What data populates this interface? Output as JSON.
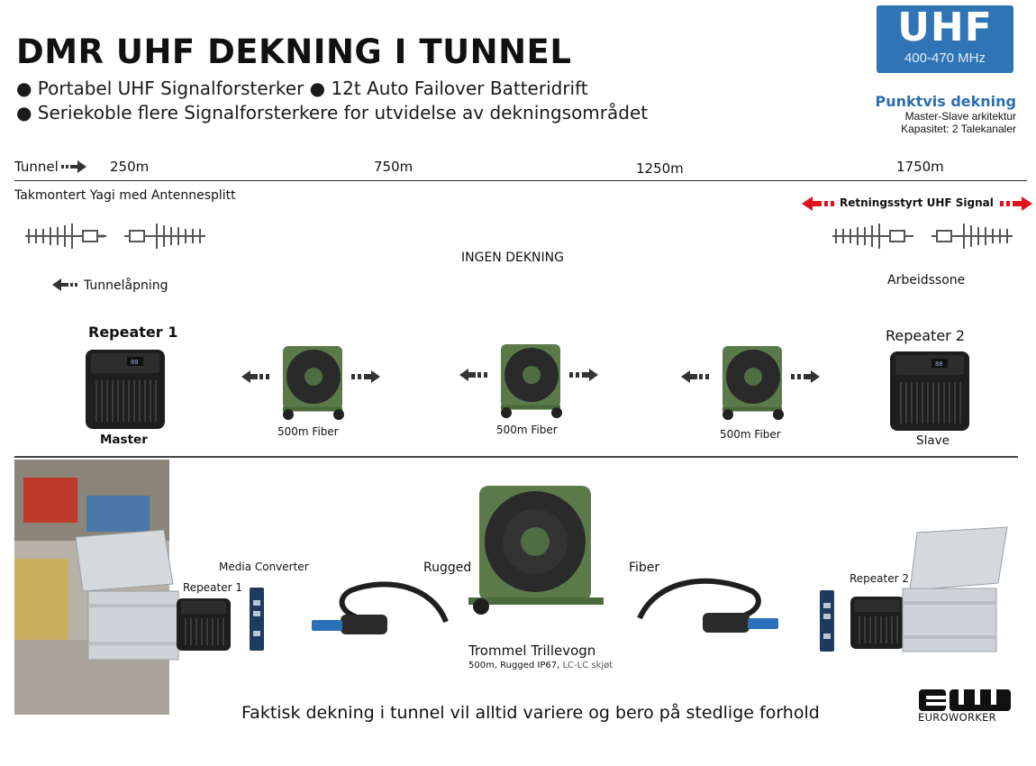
{
  "header": {
    "title": "DMR UHF DEKNING I TUNNEL",
    "bullet1": "● Portabel UHF Signalforsterker ● 12t Auto Failover Batteridrift",
    "bullet2": "● Seriekoble flere Signalforsterkere for utvidelse av dekningsområdet"
  },
  "badge": {
    "band": "UHF",
    "range": "400-470 MHz"
  },
  "info": {
    "title": "Punktvis dekning",
    "line1": "Master-Slave arkitektur",
    "line2": "Kapasitet: 2 Talekanaler"
  },
  "ruler": {
    "tunnel": "Tunnel",
    "d1": "250m",
    "d2": "750m",
    "d3": "1250m",
    "d4": "1750m"
  },
  "antennas": {
    "left_label": "Takmontert Yagi med Antennesplitt",
    "right_label": "Retningsstyrt UHF Signal",
    "no_coverage": "INGEN DEKNING",
    "tunnel_opening": "Tunnelåpning",
    "work_zone": "Arbeidssone"
  },
  "chain": {
    "repeater1": "Repeater 1",
    "repeater1_role": "Master",
    "repeater2": "Repeater 2",
    "repeater2_role": "Slave",
    "fiber1": "500m Fiber",
    "fiber2": "500m Fiber",
    "fiber3": "500m Fiber"
  },
  "setup": {
    "media_converter": "Media Converter",
    "repeater1": "Repeater 1",
    "repeater2": "Repeater 2",
    "rugged": "Rugged",
    "fiber": "Fiber",
    "drum_title": "Trommel Trillevogn",
    "drum_spec": "500m, Rugged IP67, ",
    "drum_spec2": "LC-LC skjøt"
  },
  "footer": {
    "note": "Faktisk dekning i tunnel vil alltid variere og bero på stedlige forhold",
    "logo_text": "EUROWORKER"
  },
  "colors": {
    "badge_blue": "#2f74b5",
    "info_blue": "#2c6db1",
    "signal_red": "#e0141b",
    "drum_green": "#5a7a4a",
    "device_dark": "#1e1e1e"
  }
}
